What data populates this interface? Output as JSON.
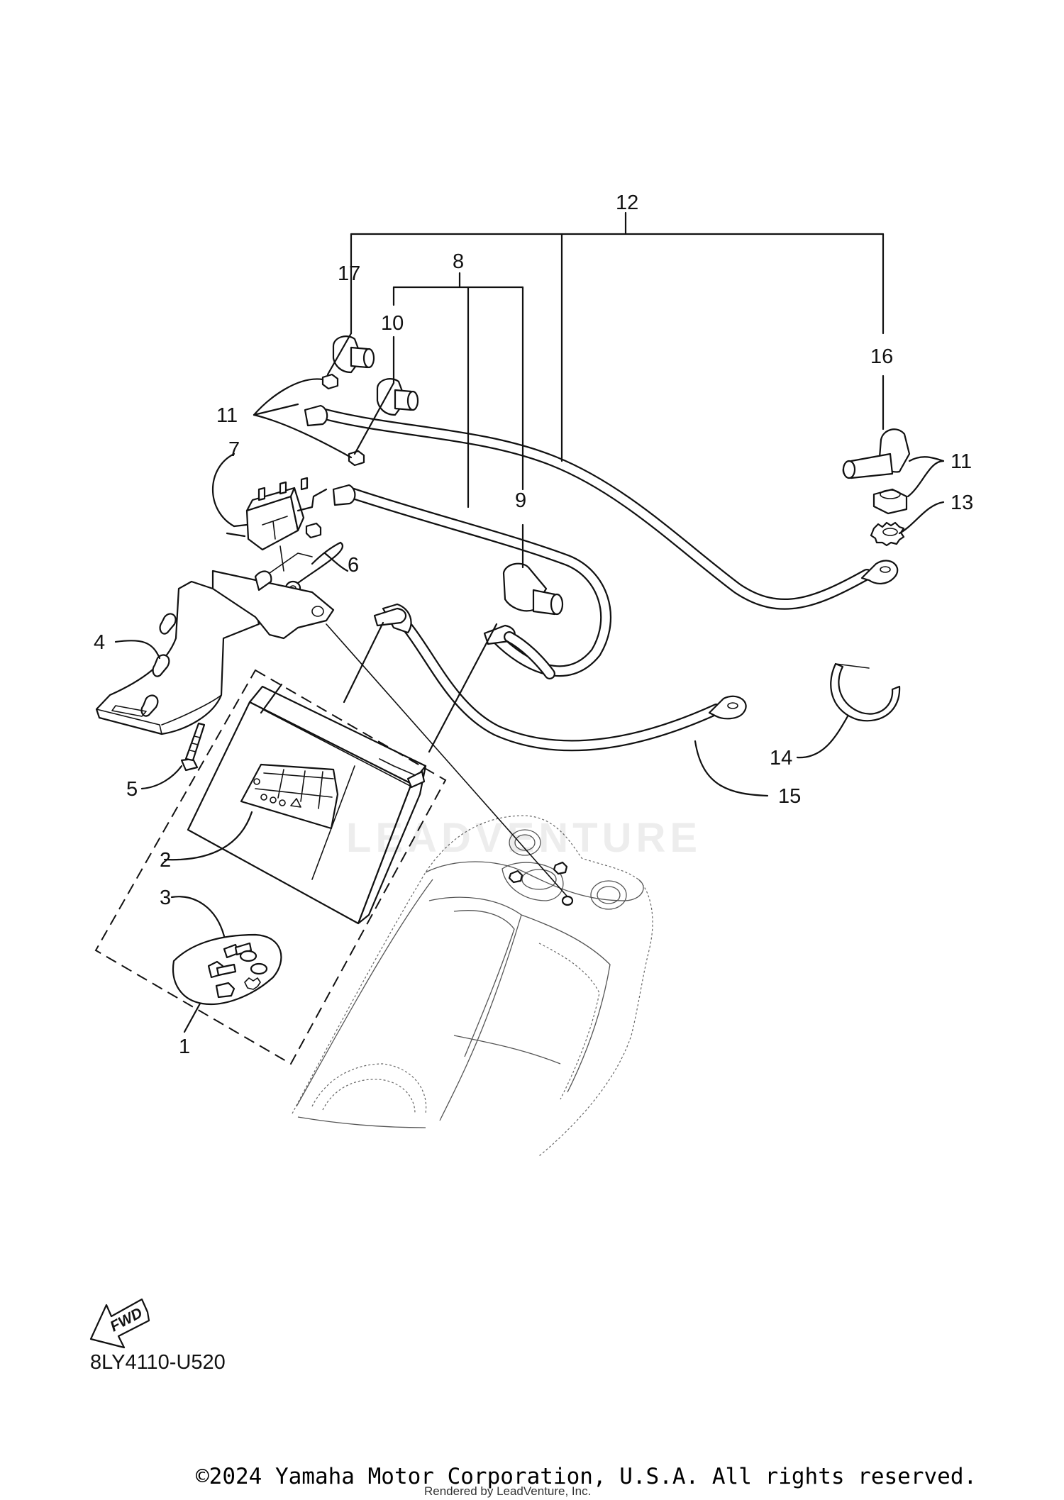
{
  "diagram": {
    "code": "8LY4110-U520",
    "fwd_badge": "FWD",
    "watermark": "LEADVENTURE",
    "copyright": "©2024 Yamaha Motor Corporation, U.S.A. All rights reserved.",
    "rendered_by": "Rendered by LeadVenture, Inc."
  },
  "callouts": {
    "c1": "1",
    "c2": "2",
    "c3": "3",
    "c4": "4",
    "c5": "5",
    "c6": "6",
    "c7": "7",
    "c8": "8",
    "c9": "9",
    "c10": "10",
    "c11a": "11",
    "c11b": "11",
    "c12": "12",
    "c13": "13",
    "c14": "14",
    "c15": "15",
    "c16": "16",
    "c17": "17"
  },
  "colors": {
    "line": "#111111",
    "background": "#ffffff"
  }
}
